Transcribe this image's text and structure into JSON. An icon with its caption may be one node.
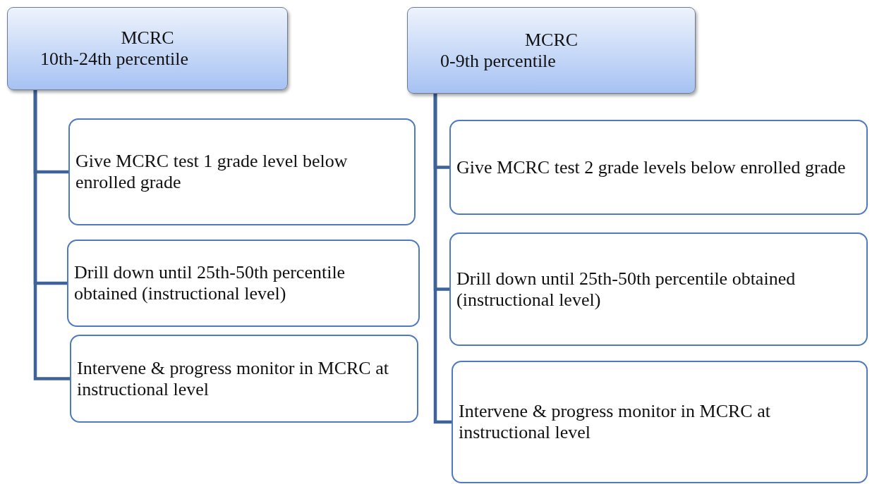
{
  "diagram": {
    "nodes": [
      {
        "text": [
          "MCRC",
          "10th-24th percentile"
        ]
      },
      {
        "text": [
          "Give MCRC test 1 grade level below enrolled grade"
        ]
      },
      {
        "text": [
          "Drill down until 25th-50th percentile obtained (instructional level)"
        ]
      },
      {
        "text": [
          "Intervene & progress monitor in MCRC at instructional level"
        ]
      },
      {
        "text": [
          "MCRC",
          "0-9th percentile"
        ]
      },
      {
        "text": [
          "Give MCRC test 2 grade levels below enrolled grade"
        ]
      },
      {
        "text": [
          "Drill down until 25th-50th percentile obtained (instructional level)"
        ]
      },
      {
        "text": [
          "Intervene & progress monitor in MCRC at instructional level"
        ]
      }
    ],
    "edges": [
      {
        "from": 0,
        "to": 1,
        "arrow": "none"
      },
      {
        "from": 0,
        "to": 2,
        "arrow": "none"
      },
      {
        "from": 0,
        "to": 3,
        "arrow": "none"
      },
      {
        "from": 4,
        "to": 5,
        "arrow": "none"
      },
      {
        "from": 4,
        "to": 6,
        "arrow": "none"
      },
      {
        "from": 4,
        "to": 7,
        "arrow": "none"
      }
    ]
  }
}
